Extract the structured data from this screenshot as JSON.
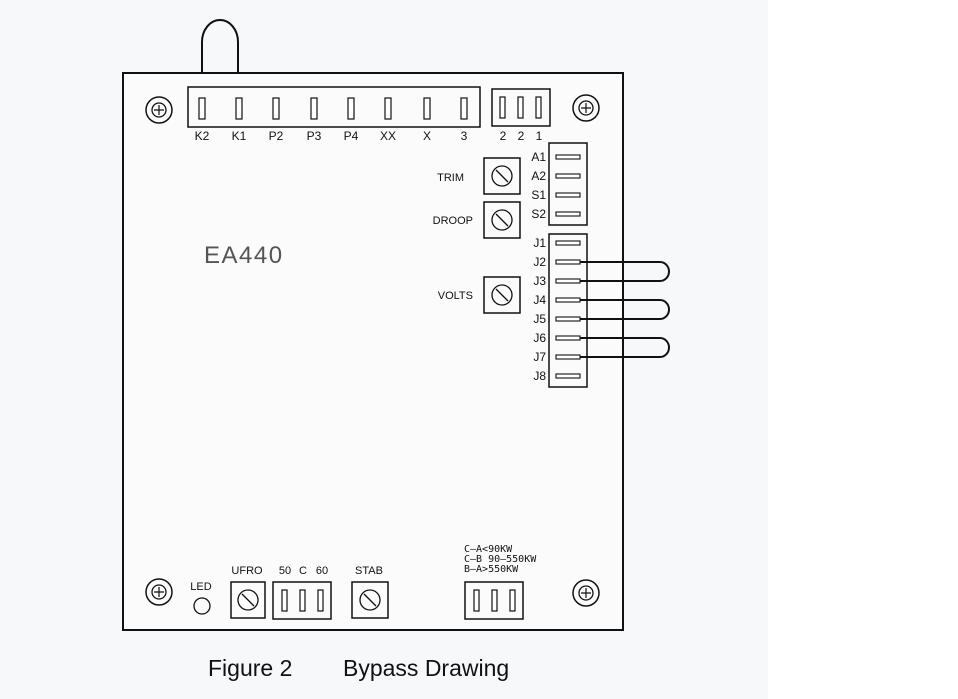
{
  "board": {
    "model": "EA440",
    "top_terminals": [
      "K2",
      "K1",
      "P2",
      "P3",
      "P4",
      "XX",
      "X",
      "3"
    ],
    "top_right_terminals": [
      "2",
      "2",
      "1"
    ],
    "a_terminals": [
      "A1",
      "A2",
      "S1",
      "S2"
    ],
    "j_terminals": [
      "J1",
      "J2",
      "J3",
      "J4",
      "J5",
      "J6",
      "J7",
      "J8"
    ],
    "pots": {
      "trim": "TRIM",
      "droop": "DROOP",
      "volts": "VOLTS",
      "ufro": "UFRO",
      "stab": "STAB"
    },
    "led_label": "LED",
    "freq_label": {
      "left": "50",
      "mid": "C",
      "right": "60"
    },
    "kw_notes": [
      "C—A<90KW",
      "C—B  90—550KW",
      "B—A>550KW"
    ]
  },
  "caption": {
    "figure": "Figure 2",
    "title": "Bypass Drawing"
  }
}
